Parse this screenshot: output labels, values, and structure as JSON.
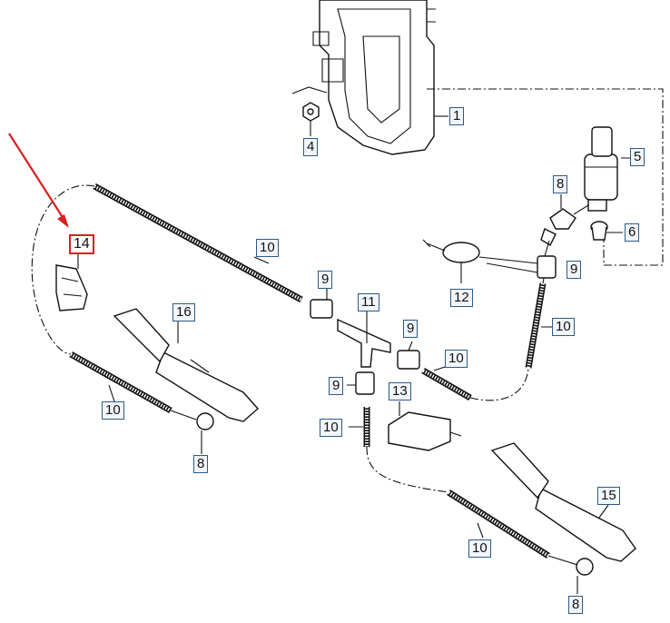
{
  "diagram": {
    "callouts": [
      {
        "id": "c1",
        "label": "1"
      },
      {
        "id": "c4",
        "label": "4"
      },
      {
        "id": "c5",
        "label": "5"
      },
      {
        "id": "c8a",
        "label": "8"
      },
      {
        "id": "c6",
        "label": "6"
      },
      {
        "id": "c9a",
        "label": "9"
      },
      {
        "id": "c12",
        "label": "12"
      },
      {
        "id": "c14",
        "label": "14"
      },
      {
        "id": "c10a",
        "label": "10"
      },
      {
        "id": "c9b",
        "label": "9"
      },
      {
        "id": "c11",
        "label": "11"
      },
      {
        "id": "c10b",
        "label": "10"
      },
      {
        "id": "c16",
        "label": "16"
      },
      {
        "id": "c9c",
        "label": "9"
      },
      {
        "id": "c10c",
        "label": "10"
      },
      {
        "id": "c9d",
        "label": "9"
      },
      {
        "id": "c13",
        "label": "13"
      },
      {
        "id": "c10d",
        "label": "10"
      },
      {
        "id": "c10e",
        "label": "10"
      },
      {
        "id": "c8b",
        "label": "8"
      },
      {
        "id": "c15",
        "label": "15"
      },
      {
        "id": "c10f",
        "label": "10"
      },
      {
        "id": "c8c",
        "label": "8"
      }
    ],
    "colors": {
      "highlight": "#d62020",
      "callout_border": "#2c5a8a",
      "line": "#111111"
    }
  }
}
